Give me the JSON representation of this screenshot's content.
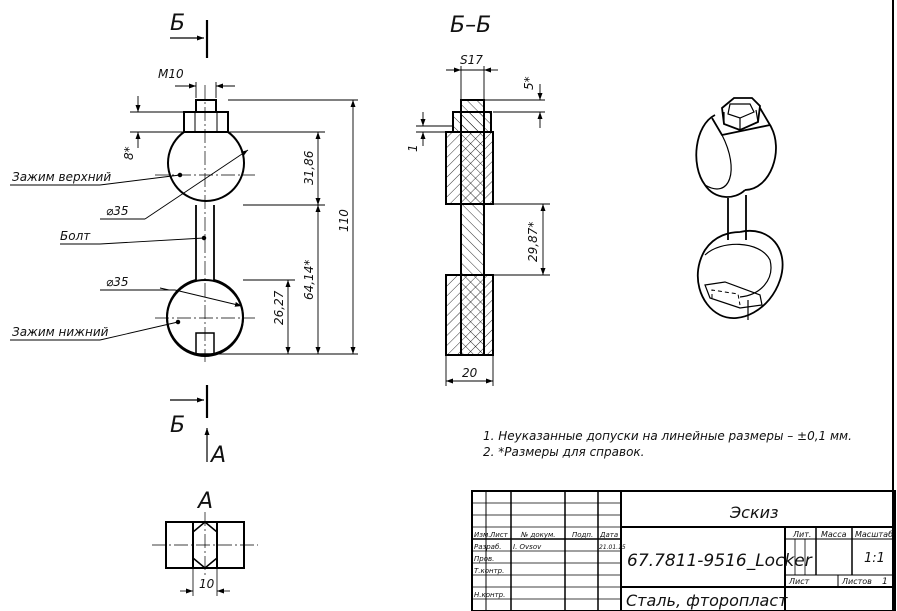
{
  "section_label": "Б",
  "section_title": "Б–Б",
  "view_label": "А",
  "front_view": {
    "thread": "M10",
    "offset_note": "8*",
    "upper_clamp": "Зажим верхний",
    "dia_upper": "⌀35",
    "bolt": "Болт",
    "dia_lower": "⌀35",
    "lower_clamp": "Зажим нижний",
    "dim_3186": "31,86",
    "dim_6414": "64,14*",
    "dim_2627": "26,27",
    "dim_110": "110"
  },
  "section_view": {
    "dim_s17": "S17",
    "dim_5": "5*",
    "dim_1": "1",
    "dim_2987": "29,87*",
    "dim_20": "20"
  },
  "view_a": {
    "dim_10": "10"
  },
  "notes": [
    "1. Неуказанные допуски на линейные размеры – ±0,1 мм.",
    "2.  *Размеры для справок."
  ],
  "title_block": {
    "doc_type": "Эскиз",
    "designation": "67.7811-9516_Locker",
    "material": "Сталь, фторопласт",
    "lit": "Лит.",
    "mass": "Масса",
    "scale_hdr": "Масштаб",
    "scale": "1:1",
    "sheet": "Лист",
    "sheets": "Листов",
    "sheets_count": "1",
    "col_izm": "Изм.",
    "col_list": "Лист",
    "col_doc": "№ докум.",
    "col_sign": "Подп.",
    "col_date": "Дата",
    "role_dev": "Разраб.",
    "role_chk": "Пров.",
    "role_tk": "Т.контр.",
    "role_nk": "Н.контр.",
    "dev_name": "I. Ovsov",
    "dev_date": "21.01.15"
  }
}
